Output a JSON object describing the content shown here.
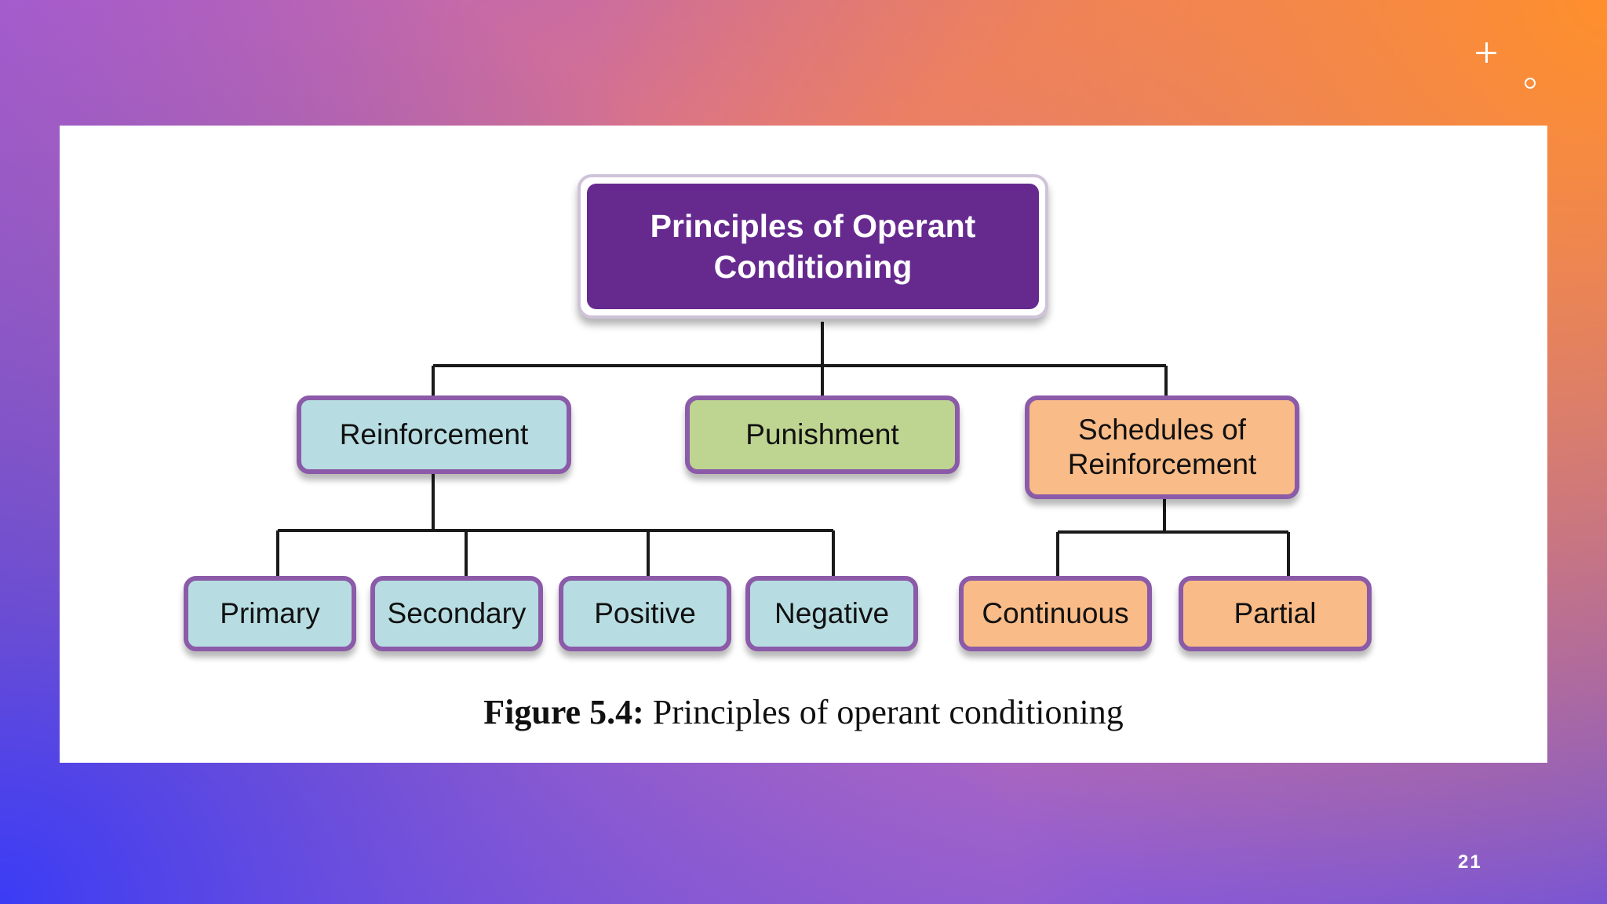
{
  "slide": {
    "page_number": "21"
  },
  "decorations": [
    "plus-icon",
    "circle-icon"
  ],
  "diagram": {
    "root": "Principles of Operant Conditioning",
    "categories": [
      {
        "label": "Reinforcement",
        "color": "#b7dde2",
        "children": [
          "Primary",
          "Secondary",
          "Positive",
          "Negative"
        ]
      },
      {
        "label": "Punishment",
        "color": "#bed491",
        "children": []
      },
      {
        "label": "Schedules of Reinforcement",
        "color": "#f9bb87",
        "children": [
          "Continuous",
          "Partial"
        ]
      }
    ],
    "node_border_color": "#8b5aa8",
    "root_color": "#662a8f"
  },
  "caption": {
    "label": "Figure 5.4:",
    "text": "Principles of operant conditioning"
  }
}
